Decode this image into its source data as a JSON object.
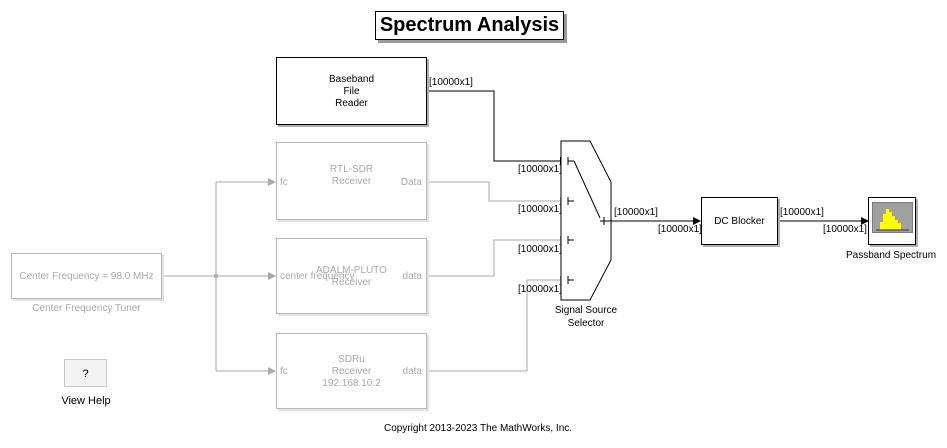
{
  "title": "Spectrum Analysis",
  "blocks": {
    "file_reader": [
      "Baseband",
      "File",
      "Reader"
    ],
    "rtl": {
      "lines": [
        "RTL-SDR",
        "Receiver"
      ],
      "in_port": "fc",
      "out_port": "Data"
    },
    "pluto": {
      "lines": [
        "ADALM-PLUTO",
        "Receiver"
      ],
      "in_port": "center frequency",
      "out_port": "data"
    },
    "sdru": {
      "lines": [
        "SDRu",
        "Receiver",
        "192.168.10.2"
      ],
      "in_port": "fc",
      "out_port": "data"
    },
    "tuner": {
      "label": "Center Frequency = 98.0 MHz",
      "caption": "Center Frequency Tuner"
    },
    "selector": {
      "caption_lines": [
        "Signal Source",
        "Selector"
      ]
    },
    "dc_blocker": {
      "label": "DC Blocker"
    },
    "scope": {
      "caption": "Passband Spectrum"
    }
  },
  "signals": {
    "file_out": "[10000x1]",
    "sel_in_1": "[10000x1]",
    "sel_in_2": "[10000x1]",
    "sel_in_3": "[10000x1]",
    "sel_in_4": "[10000x1]",
    "sel_out": "[10000x1]",
    "dc_in": "[10000x1]",
    "dc_out": "[10000x1]",
    "scope_in": "[10000x1]"
  },
  "help": {
    "button": "?",
    "label": "View Help"
  },
  "copyright": "Copyright 2013-2023 The MathWorks, Inc.",
  "colors": {
    "active": "#000000",
    "inactive": "#a9a9a9",
    "scope_screen": "#a0a0a0",
    "scope_bars": "#ffff00"
  }
}
